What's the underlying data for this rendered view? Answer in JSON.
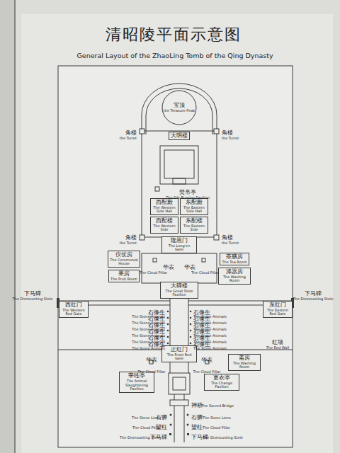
{
  "diagram": {
    "title": "清昭陵平面示意图",
    "nodes": [
      {
        "text": [
          "宝顶",
          "the Treasure Peak"
        ]
      },
      {
        "text": [
          "大明楼"
        ]
      },
      {
        "text": [
          "西配殿",
          "The Western Side Hall"
        ]
      },
      {
        "text": [
          "东配殿",
          "The Eastern Side Hall"
        ]
      },
      {
        "text": [
          "西配楼",
          "The Western Side"
        ]
      },
      {
        "text": [
          "东配楼",
          "The Eastern Side"
        ]
      },
      {
        "text": [
          "隆恩门",
          "The Long'en Gate"
        ]
      },
      {
        "text": [
          "仪仗房",
          "The Ceremonial House"
        ]
      },
      {
        "text": [
          "茶膳房",
          "The Tea Room"
        ]
      },
      {
        "text": [
          "果房",
          "The Fruit Room"
        ]
      },
      {
        "text": [
          "涤器房",
          "The Washing Room"
        ]
      },
      {
        "text": [
          "大碑楼",
          "The Great Stele Pavilion"
        ]
      },
      {
        "text": [
          "正红门",
          "The Front Red Gate"
        ]
      },
      {
        "text": [
          "西红门",
          "The Western Red Gate"
        ]
      },
      {
        "text": [
          "东红门",
          "The Eastern Red Gate"
        ]
      },
      {
        "text": [
          "宰牲亭",
          "The Animal Slaughtering Pavilion"
        ]
      },
      {
        "text": [
          "更衣亭",
          "The Change Pavilion"
        ]
      },
      {
        "text": [
          "斋房",
          "The Washing Room"
        ]
      }
    ],
    "labels": [
      "General Layout of the ZhaoLing Tomb of the Qing Dynasty",
      "角楼",
      "the Turret",
      "角楼",
      "the Turret",
      "角楼",
      "the Turret",
      "角楼",
      "the Turret",
      "石像生",
      "The Stone Animals",
      "石像生",
      "The Stone Animals",
      "石像生",
      "The Stone Animals",
      "石像生",
      "The Stone Animals",
      "石像生",
      "The Stone Animals",
      "石像生",
      "The Stone Animals",
      "石像生",
      "The Stone Animals",
      "石像生",
      "The Stone Animals",
      "石像生",
      "The Stone Animals",
      "石像生",
      "The Stone Animals",
      "石像生",
      "The Stone Animals",
      "石像生",
      "The Stone Animals",
      "华表",
      "The Cloud Pillar",
      "华表",
      "The Cloud Pillar",
      "华表",
      "The Cloud Pillar",
      "华表",
      "The Cloud Pillar",
      "红墙",
      "The Red Wall",
      "下马碑",
      "The Dismounting Stele",
      "下马碑",
      "The Dismounting Stele",
      "The Sacred Bridge",
      "神桥",
      "The Stone Lions",
      "石狮",
      "石狮",
      "The Stone Lions",
      "The Cloud Pillar",
      "望柱",
      "望柱",
      "The Cloud Pillar",
      "The Dismounting Stele",
      "下马碑",
      "下马碑",
      "The Dismounting Stele",
      "焚帛亭",
      "The Silk Burning Pavilion"
    ]
  }
}
